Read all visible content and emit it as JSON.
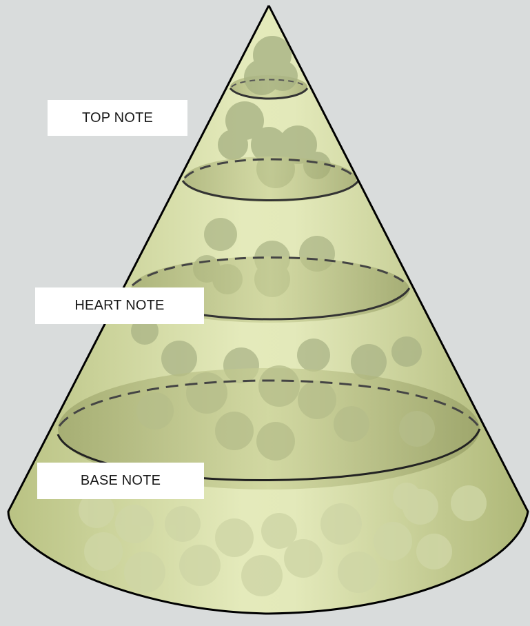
{
  "notes": {
    "top": "TOP NOTE",
    "heart": "HEART NOTE",
    "base": "BASE NOTE"
  },
  "colors": {
    "background": "#d9dcdc",
    "cone_fill": "#dfe5b3",
    "cone_shade": "#b7c07e",
    "outline": "#000000",
    "droplet": "#a7b184",
    "droplet_light": "#cfd6a4"
  }
}
